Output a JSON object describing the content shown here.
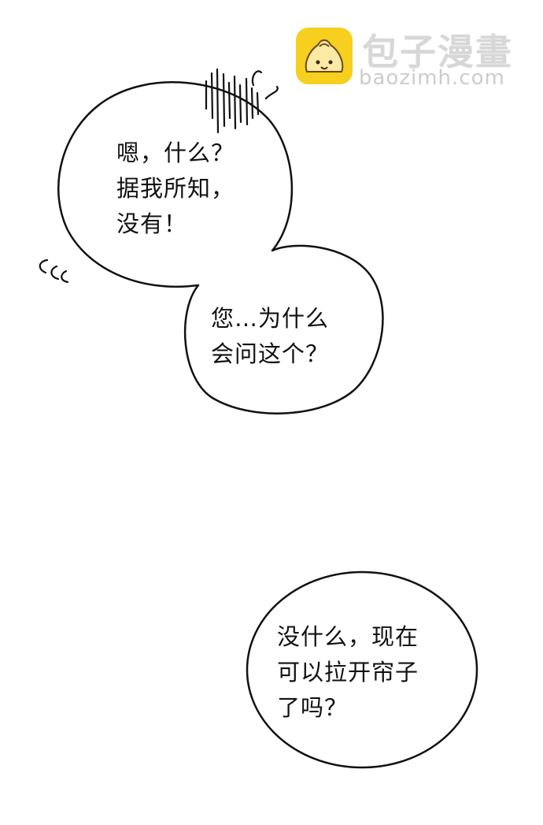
{
  "watermark": {
    "title": "包子漫畫",
    "url": "baozimh.com",
    "logo": "steamed-bun-icon",
    "logo_color": "#f7cf1e"
  },
  "bubbles": [
    {
      "lines": [
        "嗯，什么？",
        "据我所知，",
        "没有！"
      ]
    },
    {
      "lines": [
        "您…为什么",
        "会问这个？"
      ]
    },
    {
      "lines": [
        "没什么，现在",
        "可以拉开帘子",
        "了吗？"
      ]
    }
  ]
}
